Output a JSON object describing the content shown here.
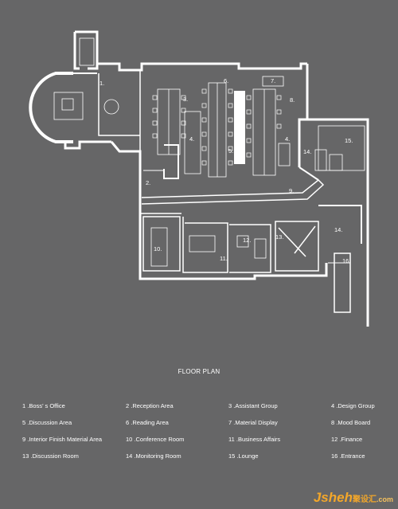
{
  "title": "FLOOR PLAN",
  "room_numbers": [
    "1.",
    "2.",
    "3.",
    "4.",
    "4.",
    "5.",
    "6.",
    "7.",
    "8.",
    "9.",
    "10.",
    "11.",
    "12.",
    "13.",
    "14.",
    "14.",
    "15.",
    "16."
  ],
  "legend": [
    "1 .Boss’ s Office",
    "2 .Reception Area",
    "3 .Assistant Group",
    "4 .Design Group",
    "5 .Discussion Area",
    "6 .Reading Area",
    "7 .Material Display",
    "8 .Mood Board",
    "9 .Interior Finish Material Area",
    "10 .Conference Room",
    "11 .Business Affairs",
    "12 .Finance",
    "13 .Discussion Room",
    "14 .Monitoring Room",
    "15 .Lounge",
    "16 .Entrance"
  ],
  "watermark": {
    "main": "Jsheh",
    "cn": "聚设汇",
    "dot": ".com"
  },
  "colors": {
    "background": "#666667",
    "walls": "#ffffff",
    "accent": "#f3a72a"
  }
}
